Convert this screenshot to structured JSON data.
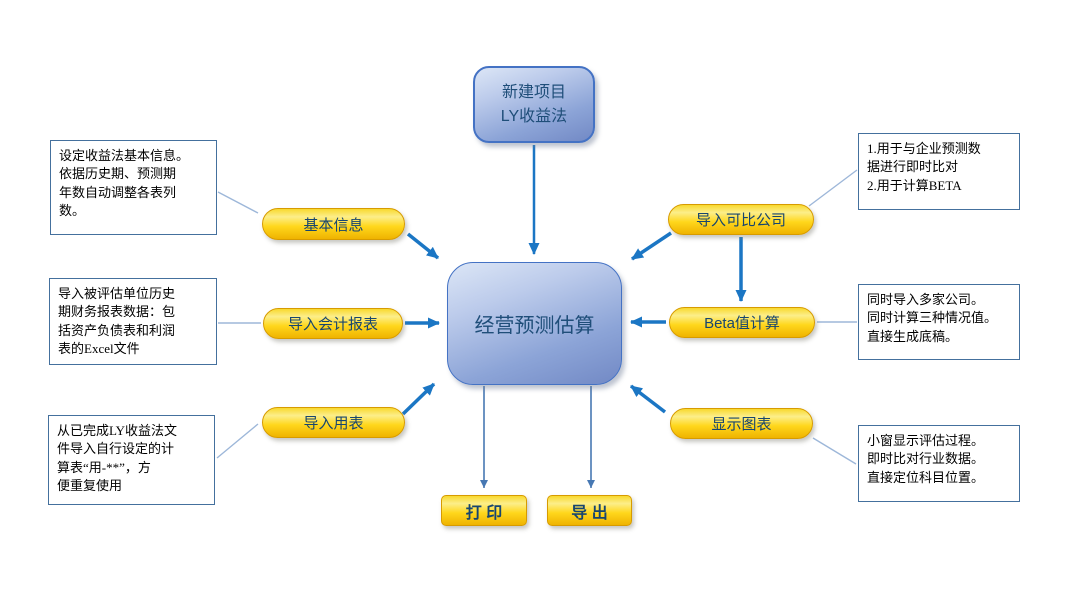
{
  "top_node": {
    "label": "新建项目\nLY收益法"
  },
  "center_node": {
    "label": "经营预测估算"
  },
  "pills": {
    "basic_info": {
      "label": "基本信息"
    },
    "import_report": {
      "label": "导入会计报表"
    },
    "import_table": {
      "label": "导入用表"
    },
    "import_comparable": {
      "label": "导入可比公司"
    },
    "beta_calc": {
      "label": "Beta值计算"
    },
    "show_chart": {
      "label": "显示图表"
    }
  },
  "buttons": {
    "print": {
      "label": "打 印"
    },
    "export": {
      "label": "导 出"
    }
  },
  "notes": {
    "basic_info": {
      "text": "设定收益法基本信息。\n依据历史期、预测期\n年数自动调整各表列\n数。"
    },
    "import_report": {
      "text": "导入被评估单位历史\n期财务报表数据：包\n括资产负债表和利润\n表的Excel文件"
    },
    "import_table": {
      "text": "从已完成LY收益法文\n件导入自行设定的计\n算表“用-**”，方\n便重复使用"
    },
    "import_comparable": {
      "text": "1.用于与企业预测数\n据进行即时比对\n2.用于计算BETA"
    },
    "beta_calc": {
      "text": "同时导入多家公司。\n同时计算三种情况值。\n直接生成底稿。"
    },
    "show_chart": {
      "text": "小窗显示评估过程。\n即时比对行业数据。\n直接定位科目位置。"
    }
  },
  "edges": [
    {
      "from": "new_project",
      "to": "center",
      "style": "arrow"
    },
    {
      "from": "basic_info",
      "to": "center",
      "style": "arrow"
    },
    {
      "from": "import_report",
      "to": "center",
      "style": "arrow"
    },
    {
      "from": "import_table",
      "to": "center",
      "style": "arrow"
    },
    {
      "from": "import_comparable",
      "to": "center",
      "style": "arrow"
    },
    {
      "from": "import_comparable",
      "to": "beta_calc",
      "style": "arrow"
    },
    {
      "from": "beta_calc",
      "to": "center",
      "style": "arrow"
    },
    {
      "from": "show_chart",
      "to": "center",
      "style": "arrow"
    },
    {
      "from": "center",
      "to": "print",
      "style": "thin-arrow"
    },
    {
      "from": "center",
      "to": "export",
      "style": "thin-arrow"
    },
    {
      "from": "note_basic_info",
      "to": "basic_info",
      "style": "line"
    },
    {
      "from": "note_import_report",
      "to": "import_report",
      "style": "line"
    },
    {
      "from": "note_import_table",
      "to": "import_table",
      "style": "line"
    },
    {
      "from": "import_comparable",
      "to": "note_import_comparable",
      "style": "line"
    },
    {
      "from": "beta_calc",
      "to": "note_beta_calc",
      "style": "line"
    },
    {
      "from": "show_chart",
      "to": "note_show_chart",
      "style": "line"
    }
  ],
  "colors": {
    "arrow_blue": "#1B76C4",
    "arrow_thin": "#4778B3",
    "connector_line": "#9DB7D9",
    "node_fill_light": "#DCE6F6",
    "node_fill_dark": "#7289C5",
    "node_border": "#4472C4",
    "node_text": "#1F4E79",
    "pill_fill_top": "#FCEE8A",
    "pill_fill_bottom": "#EFB300",
    "pill_border": "#D79B00",
    "note_border": "#44709D",
    "background": "#FFFFFF"
  }
}
